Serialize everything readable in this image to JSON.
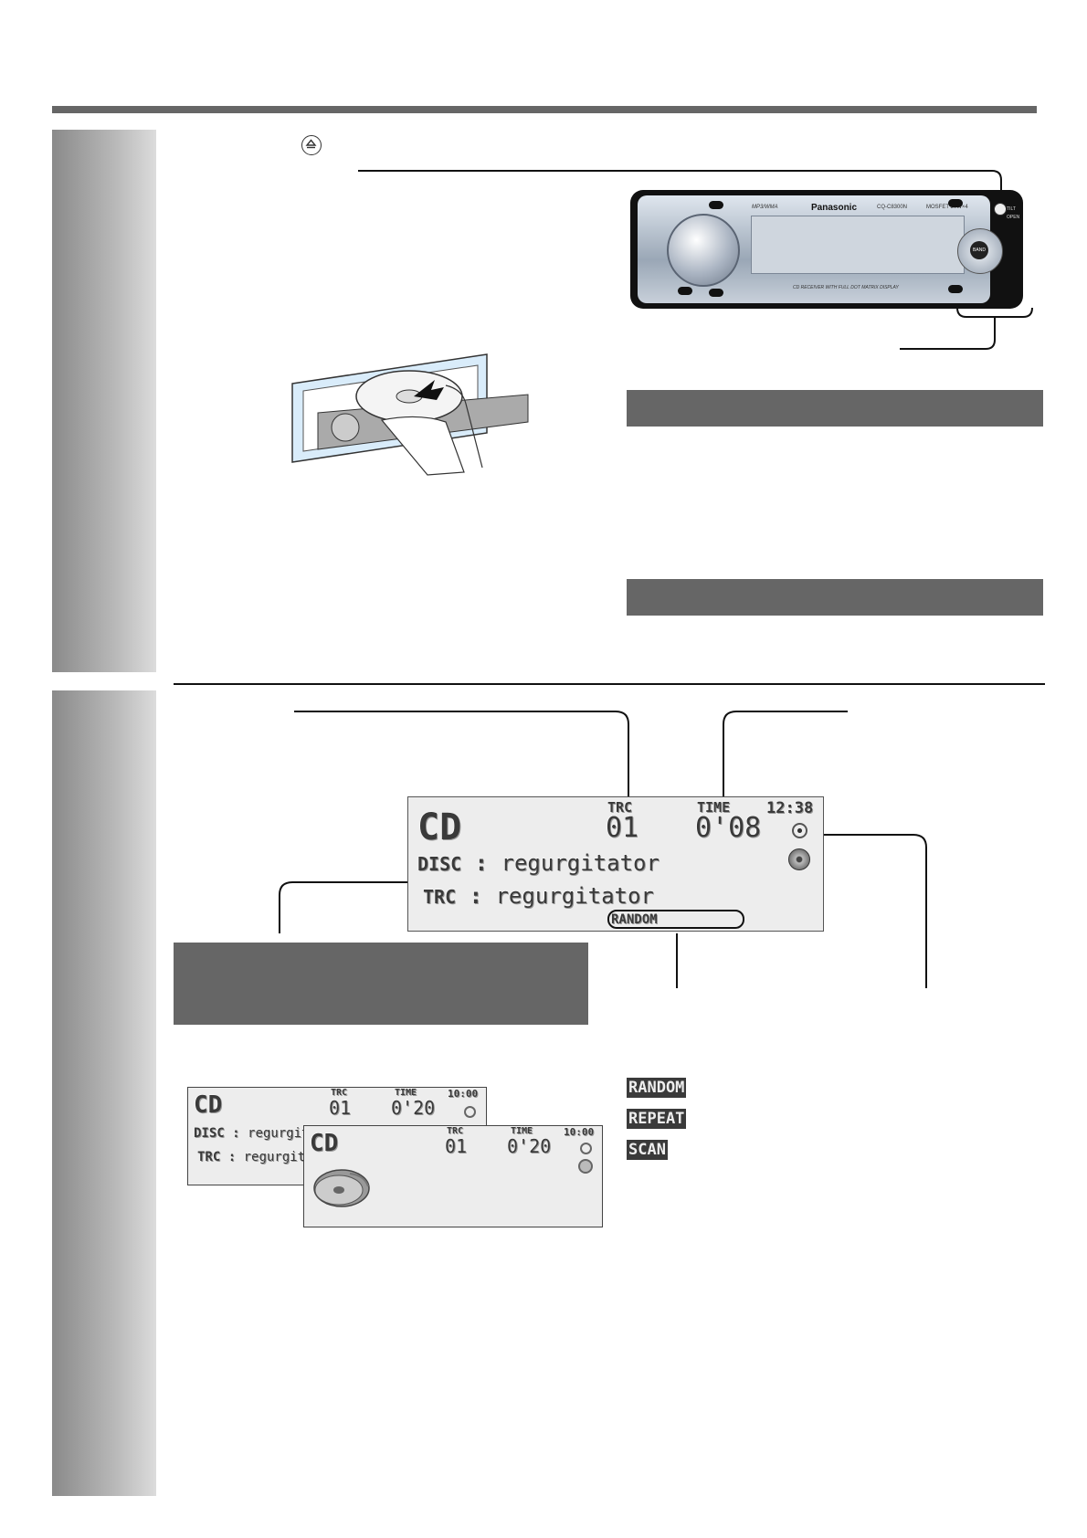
{
  "header": {
    "eject_icon": "eject-icon"
  },
  "radio_unit": {
    "brand": "Panasonic",
    "model": "CQ-C8300N",
    "mp3": "MP3/WMA",
    "mosfet": "MOSFET 50W×4",
    "tagline": "CD RECEIVER WITH FULL DOT MATRIX DISPLAY",
    "band_label": "BAND",
    "open_label": "OPEN",
    "tilt_label": "TILT"
  },
  "main_display": {
    "source": "CD",
    "trc_label": "TRC",
    "trc_value": "01",
    "time_label": "TIME",
    "time_value": "0'08",
    "clock": "12:38",
    "disc_label": "DISC",
    "disc_value": "regurgitator",
    "track_label": "TRC",
    "track_value": "regurgitator",
    "mode": "RANDOM"
  },
  "back_display": {
    "source": "CD",
    "trc_label": "TRC",
    "trc_value": "01",
    "time_label": "TIME",
    "time_value": "0'20",
    "clock": "10:00",
    "disc_label": "DISC",
    "disc_value": "regurgit",
    "track_label": "TRC",
    "track_value": "regurgit"
  },
  "front_display": {
    "source": "CD",
    "trc_label": "TRC",
    "trc_value": "01",
    "time_label": "TIME",
    "time_value": "0'20",
    "clock": "10:00"
  },
  "mode_badges": [
    "RANDOM",
    "REPEAT",
    "SCAN"
  ]
}
